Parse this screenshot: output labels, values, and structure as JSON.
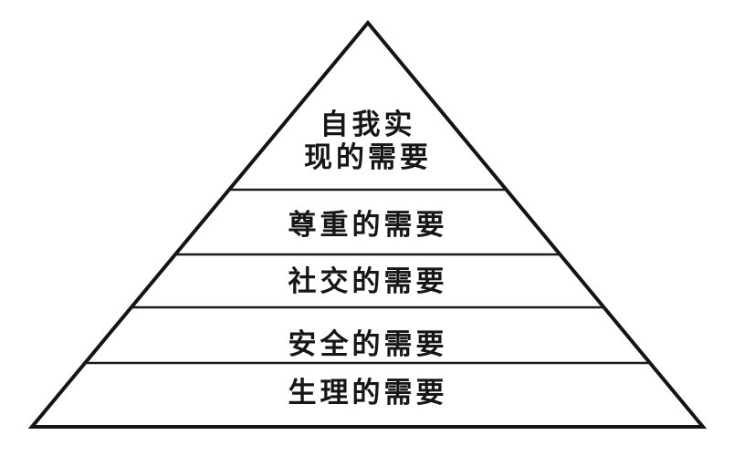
{
  "diagram": {
    "type": "pyramid",
    "levels": [
      {
        "rank": 5,
        "label": "自我实现的需要",
        "lines": [
          "自我实",
          "现的需要"
        ]
      },
      {
        "rank": 4,
        "label": "尊重的需要"
      },
      {
        "rank": 3,
        "label": "社交的需要"
      },
      {
        "rank": 2,
        "label": "安全的需要"
      },
      {
        "rank": 1,
        "label": "生理的需要"
      }
    ]
  },
  "colors": {
    "background": "#ffffff",
    "line": "#141414",
    "text": "#161616"
  }
}
